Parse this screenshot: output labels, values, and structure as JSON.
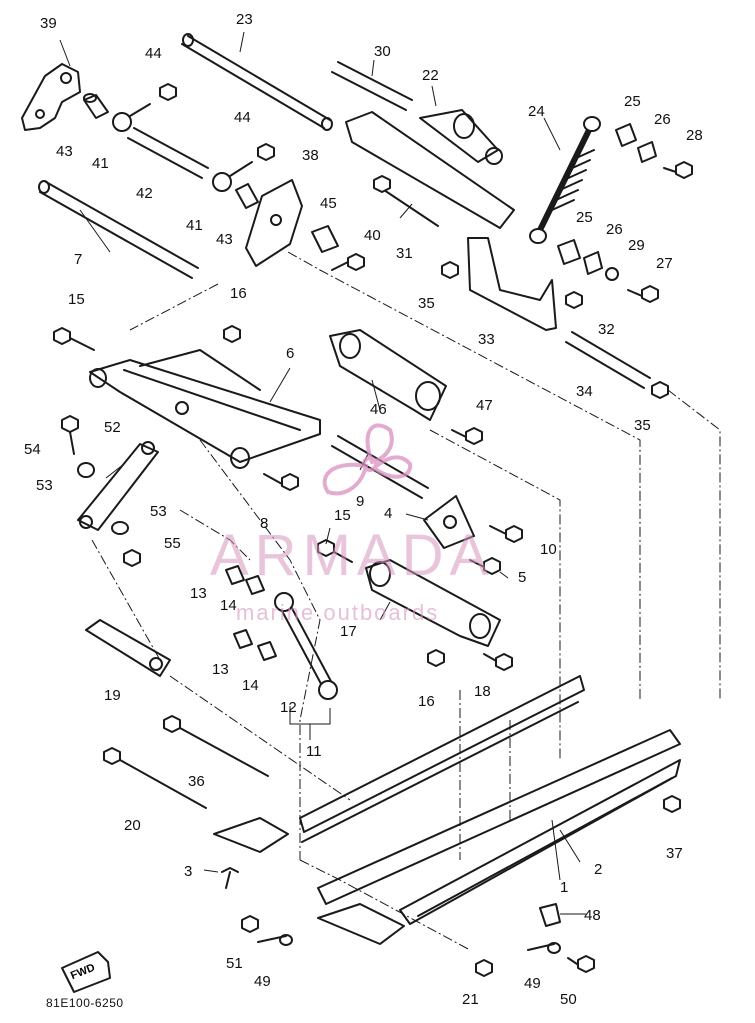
{
  "diagram": {
    "code": "81E100-6250",
    "forward_badge": "FWD",
    "watermark": {
      "brand": "ARMADA",
      "tagline": "marine outboards"
    },
    "part_labels": [
      "39",
      "23",
      "44",
      "30",
      "22",
      "24",
      "25",
      "26",
      "28",
      "43",
      "41",
      "42",
      "44",
      "38",
      "41",
      "43",
      "45",
      "40",
      "31",
      "25",
      "26",
      "29",
      "27",
      "7",
      "35",
      "32",
      "33",
      "15",
      "16",
      "6",
      "46",
      "47",
      "34",
      "35",
      "54",
      "52",
      "53",
      "8",
      "9",
      "4",
      "10",
      "53",
      "55",
      "15",
      "5",
      "13",
      "14",
      "17",
      "13",
      "14",
      "12",
      "11",
      "16",
      "18",
      "19",
      "36",
      "20",
      "37",
      "2",
      "3",
      "1",
      "48",
      "51",
      "49",
      "21",
      "49",
      "50"
    ]
  },
  "colors": {
    "line": "#1a1a1a",
    "watermark": "#d98fc0"
  }
}
